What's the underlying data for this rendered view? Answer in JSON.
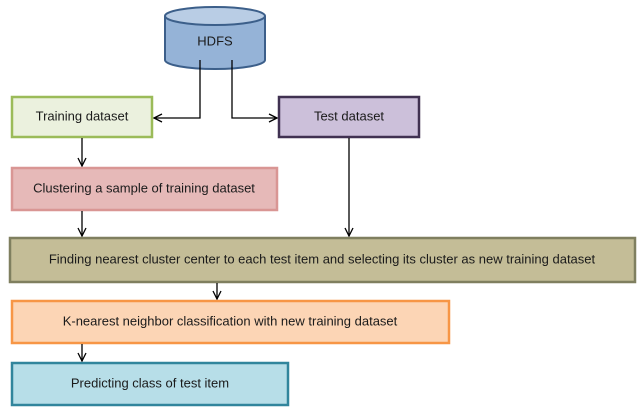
{
  "nodes": {
    "hdfs": {
      "label": "HDFS",
      "fill": "#95b3d7",
      "stroke": "#3c5f8a"
    },
    "training": {
      "label": "Training dataset",
      "fill": "#ebf1de",
      "stroke": "#9bbb59"
    },
    "test": {
      "label": "Test dataset",
      "fill": "#ccc0da",
      "stroke": "#403151"
    },
    "clustering": {
      "label": "Clustering a sample of training dataset",
      "fill": "#e6b9b8",
      "stroke": "#d99694"
    },
    "finding": {
      "label": "Finding nearest cluster center to each test item and selecting its cluster as new training dataset",
      "fill": "#c4bd97",
      "stroke": "#7f7f5f"
    },
    "knn": {
      "label": "K-nearest neighbor classification with new training dataset",
      "fill": "#fcd5b5",
      "stroke": "#f79646"
    },
    "predict": {
      "label": "Predicting class of test item",
      "fill": "#b7dee8",
      "stroke": "#31859c"
    }
  }
}
